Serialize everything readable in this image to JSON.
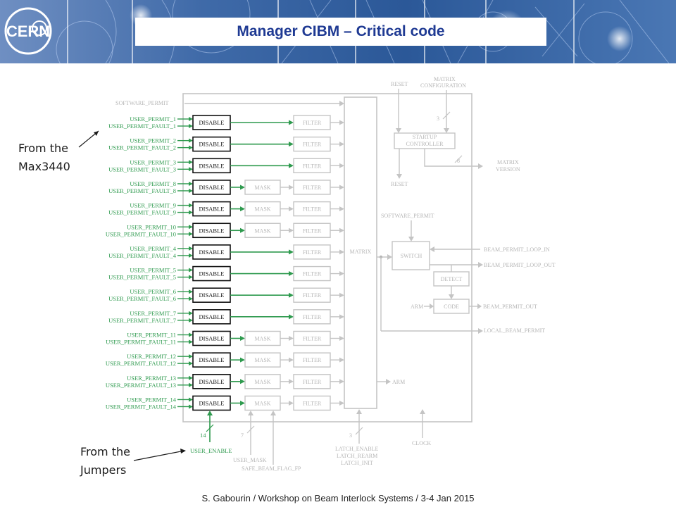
{
  "title": "Manager CIBM – Critical code",
  "logo_text": "CERN",
  "footer": "S. Gabourin / Workshop on Beam Interlock Systems / 3-4 Jan 2015",
  "annotations": {
    "max_line1": "From the",
    "max_line2": "Max3440",
    "jump_line1": "From the",
    "jump_line2": "Jumpers"
  },
  "diagram": {
    "software_permit": "SOFTWARE_PERMIT",
    "disable_label": "DISABLE",
    "mask_label": "MASK",
    "filter_label": "FILTER",
    "matrix_label": "MATRIX",
    "reset_top": "RESET",
    "reset_bottom": "RESET",
    "matrix_config_1": "MATRIX",
    "matrix_config_2": "CONFIGURATION",
    "bus3_top": "3",
    "startup_1": "STARTUP",
    "startup_2": "CONTROLLER",
    "bus8": "8",
    "matrix_version_1": "MATRIX",
    "matrix_version_2": "VERSION",
    "software_permit_2": "SOFTWARE_PERMIT",
    "switch_label": "SWITCH",
    "beam_permit_loop_in": "BEAM_PERMIT_LOOP_IN",
    "beam_permit_loop_out": "BEAM_PERMIT_LOOP_OUT",
    "detect_label": "DETECT",
    "arm_label": "ARM",
    "code_label": "CODE",
    "beam_permit_out": "BEAM_PERMIT_OUT",
    "local_beam_permit": "LOCAL_BEAM_PERMIT",
    "arm_out": "ARM",
    "bus14": "14",
    "user_enable": "USER_ENABLE",
    "bus7": "7",
    "user_mask": "USER_MASK",
    "safe_beam_flag": "SAFE_BEAM_FLAG_FP",
    "bus3_bottom": "3",
    "latch_enable": "LATCH_ENABLE",
    "latch_rearm": "LATCH_REARM",
    "latch_init": "LATCH_INIT",
    "clock": "CLOCK",
    "channels": [
      {
        "permit": "USER_PERMIT_1",
        "fault": "USER_PERMIT_FAULT_1",
        "mask": false
      },
      {
        "permit": "USER_PERMIT_2",
        "fault": "USER_PERMIT_FAULT_2",
        "mask": false
      },
      {
        "permit": "USER_PERMIT_3",
        "fault": "USER_PERMIT_FAULT_3",
        "mask": false
      },
      {
        "permit": "USER_PERMIT_8",
        "fault": "USER_PERMIT_FAULT_8",
        "mask": true
      },
      {
        "permit": "USER_PERMIT_9",
        "fault": "USER_PERMIT_FAULT_9",
        "mask": true
      },
      {
        "permit": "USER_PERMIT_10",
        "fault": "USER_PERMIT_FAULT_10",
        "mask": true
      },
      {
        "permit": "USER_PERMIT_4",
        "fault": "USER_PERMIT_FAULT_4",
        "mask": false
      },
      {
        "permit": "USER_PERMIT_5",
        "fault": "USER_PERMIT_FAULT_5",
        "mask": false
      },
      {
        "permit": "USER_PERMIT_6",
        "fault": "USER_PERMIT_FAULT_6",
        "mask": false
      },
      {
        "permit": "USER_PERMIT_7",
        "fault": "USER_PERMIT_FAULT_7",
        "mask": false
      },
      {
        "permit": "USER_PERMIT_11",
        "fault": "USER_PERMIT_FAULT_11",
        "mask": true
      },
      {
        "permit": "USER_PERMIT_12",
        "fault": "USER_PERMIT_FAULT_12",
        "mask": true
      },
      {
        "permit": "USER_PERMIT_13",
        "fault": "USER_PERMIT_FAULT_13",
        "mask": true
      },
      {
        "permit": "USER_PERMIT_14",
        "fault": "USER_PERMIT_FAULT_14",
        "mask": true
      }
    ]
  },
  "colors": {
    "title": "#1f3a93",
    "banner": "#2d5c9c",
    "active_signal": "#2e9a4e",
    "inactive": "#b6b6b6"
  }
}
